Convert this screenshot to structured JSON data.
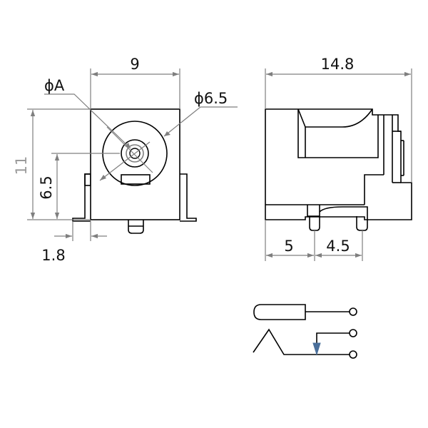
{
  "front_view": {
    "width_label": "9",
    "phi_a_label": "ϕA",
    "phi_65_label": "ϕ6.5",
    "height_total_label": "11",
    "height_center_label": "6.5",
    "tab_offset_label": "1.8"
  },
  "side_view": {
    "length_label": "14.8",
    "pin_offset_label": "5",
    "pin_spacing_label": "4.5"
  },
  "colors": {
    "outline": "#000000",
    "dimension": "#7f7f7f",
    "highlight": "#4a6f9a"
  }
}
